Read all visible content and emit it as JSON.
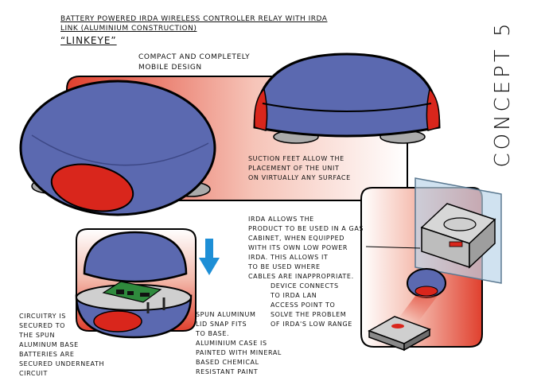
{
  "header": {
    "title_line1": "Battery powered IrDA Wireless Controller relay with IrDA",
    "title_line2": "link (aluminium construction)",
    "product_name": "“LinkEYE”",
    "concept": "CONCEPT 5"
  },
  "annotations": {
    "compact": "Compact and completely\nmobile design",
    "suction": "Suction feet allow the\nplacement of the unit\non virtually any surface",
    "irda": "IrDA allows the\nproduct to be used in a gas\ncabinet, when equipped\nwith its own low power\nIrDA. This allows it\nto be used where\ncables are inappropriate.",
    "device": "Device connects\nto IrDA LAN\naccess point to\nsolve the problem\nof IrDA's low range",
    "circuitry": "Circuitry is\nsecured to\nthe spun\naluminum base\nbatteries are\nsecured underneath\ncircuit",
    "spun": "Spun aluminum\nlid snap fits\nto base.\nAluminium case is\npainted with mineral\nbased chemical\nresistant paint"
  },
  "colors": {
    "body_blue": "#5b69b0",
    "lens_red": "#d9261c",
    "panel_red": "#e0402e",
    "arrow_blue": "#1e8fd6",
    "foot_grey": "#aaaaaa"
  }
}
